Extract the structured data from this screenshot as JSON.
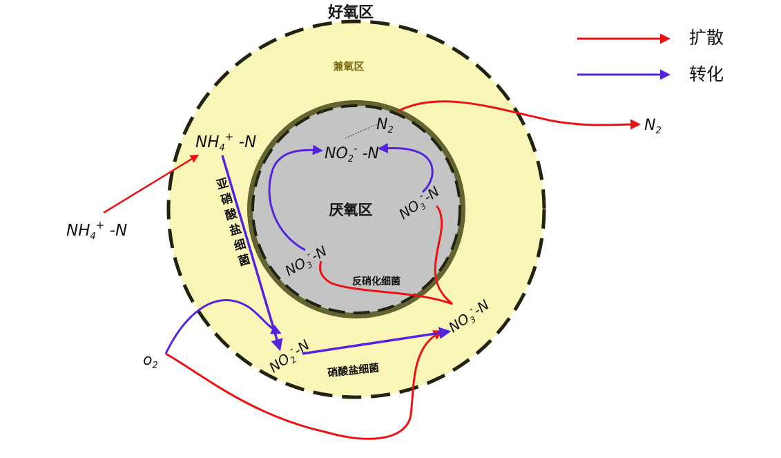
{
  "title": "好氧区",
  "zones": {
    "aerobic": "好氧区",
    "facultative": "兼氧区",
    "anaerobic": "厌氧区"
  },
  "legend": {
    "diffusion": "扩散",
    "conversion": "转化"
  },
  "bacteria": {
    "nitrite": "亚硝酸盐细菌",
    "nitrate": "硝酸盐细菌",
    "denitrifying": "反硝化细菌"
  },
  "species": {
    "nh4_outer": {
      "base": "NH",
      "sub": "4",
      "sup": "+",
      "tail": " -N"
    },
    "nh4_inner": {
      "base": "NH",
      "sub": "4",
      "sup": "+",
      "tail": " -N"
    },
    "n2_inner": {
      "base": "N",
      "sub": "2"
    },
    "n2_outer": {
      "base": "N",
      "sub": "2"
    },
    "no2_top": {
      "base": "NO",
      "sub": "2",
      "sup": "-",
      "tail": " -N"
    },
    "no3_right": {
      "base": "NO",
      "sub": "3",
      "sup": "-",
      "tail": "-N"
    },
    "no3_left": {
      "base": "NO",
      "sub": "3",
      "sup": "-",
      "tail": "-N"
    },
    "no3_lower": {
      "base": "NO",
      "sub": "3",
      "sup": "-",
      "tail": "-N"
    },
    "no2_bottom": {
      "base": "NO",
      "sub": "2",
      "sup": "-",
      "tail": "-N"
    },
    "o2": {
      "base": "o",
      "sub": "2"
    }
  },
  "colors": {
    "diffusion": "#ee1111",
    "conversion": "#5522dd",
    "facultative_fill": "#f9f6b8",
    "anaerobic_fill": "#c4c4c4",
    "dash_stroke": "#222211",
    "inner_ring": "#4a4a1a",
    "facultative_text": "#7a6a10"
  }
}
